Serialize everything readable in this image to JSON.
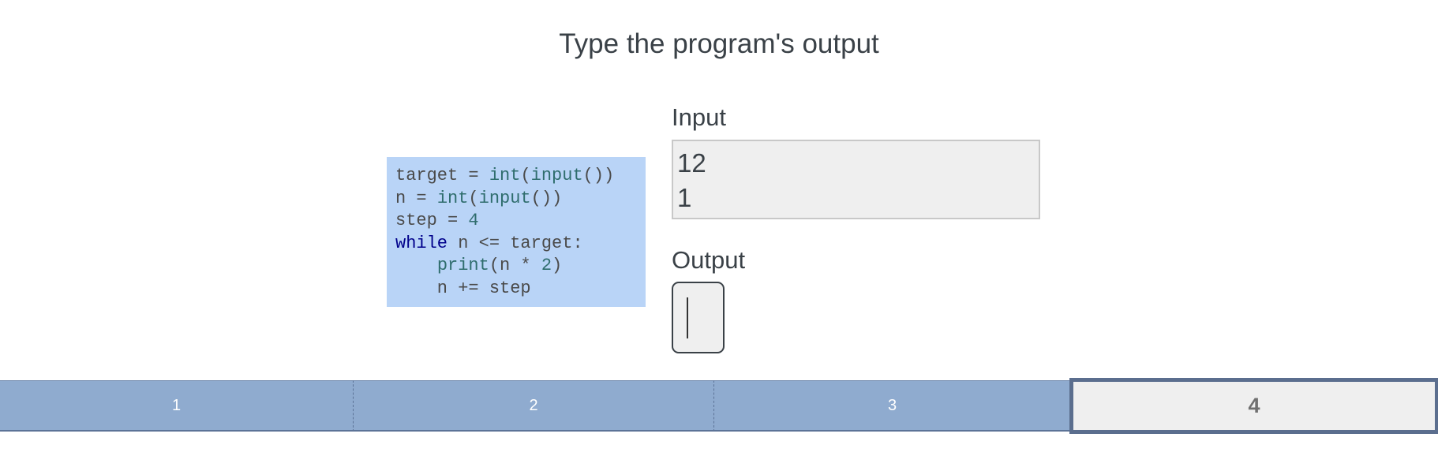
{
  "page": {
    "title": "Type the program's output"
  },
  "code": {
    "lines": [
      [
        {
          "t": "target = "
        },
        {
          "t": "int",
          "c": "fn"
        },
        {
          "t": "("
        },
        {
          "t": "input",
          "c": "fn"
        },
        {
          "t": "())"
        }
      ],
      [
        {
          "t": "n = "
        },
        {
          "t": "int",
          "c": "fn"
        },
        {
          "t": "("
        },
        {
          "t": "input",
          "c": "fn"
        },
        {
          "t": "())"
        }
      ],
      [
        {
          "t": "step = "
        },
        {
          "t": "4",
          "c": "num"
        }
      ],
      [
        {
          "t": "while",
          "c": "kw"
        },
        {
          "t": " n <= target:"
        }
      ],
      [
        {
          "t": "    "
        },
        {
          "t": "print",
          "c": "fn"
        },
        {
          "t": "(n * "
        },
        {
          "t": "2",
          "c": "num"
        },
        {
          "t": ")"
        }
      ],
      [
        {
          "t": "    n += step"
        }
      ]
    ]
  },
  "input": {
    "label": "Input",
    "lines": [
      "12",
      "1"
    ]
  },
  "output": {
    "label": "Output",
    "value": ""
  },
  "progress": {
    "segments": [
      {
        "label": "1",
        "state": "done"
      },
      {
        "label": "2",
        "state": "done"
      },
      {
        "label": "3",
        "state": "done"
      },
      {
        "label": "4",
        "state": "current"
      }
    ]
  },
  "colors": {
    "code_bg": "#b9d4f7",
    "keyword": "#00008b",
    "builtin": "#2f6d6d",
    "segment_done": "#8fabcf",
    "segment_current_border": "#5b6e8e"
  }
}
